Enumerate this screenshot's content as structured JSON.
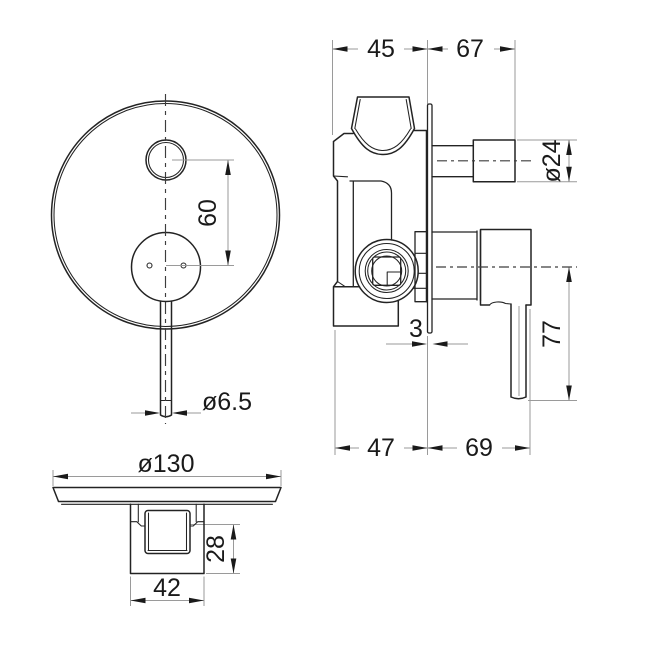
{
  "colors": {
    "background": "#ffffff",
    "outline": "#232323",
    "extension_line": "#9a9a9a",
    "text": "#1a1a1a"
  },
  "dims": {
    "front": {
      "spacing_60": "60",
      "lever_dia": "ø6.5"
    },
    "side": {
      "depth_45": "45",
      "proj_67": "67",
      "button_dia_24": "ø24",
      "plate_thk_3": "3",
      "lever_drop_77": "77",
      "depth_47": "47",
      "proj_69": "69"
    },
    "bottom": {
      "plate_dia_130": "ø130",
      "height_28": "28",
      "width_42": "42"
    }
  }
}
